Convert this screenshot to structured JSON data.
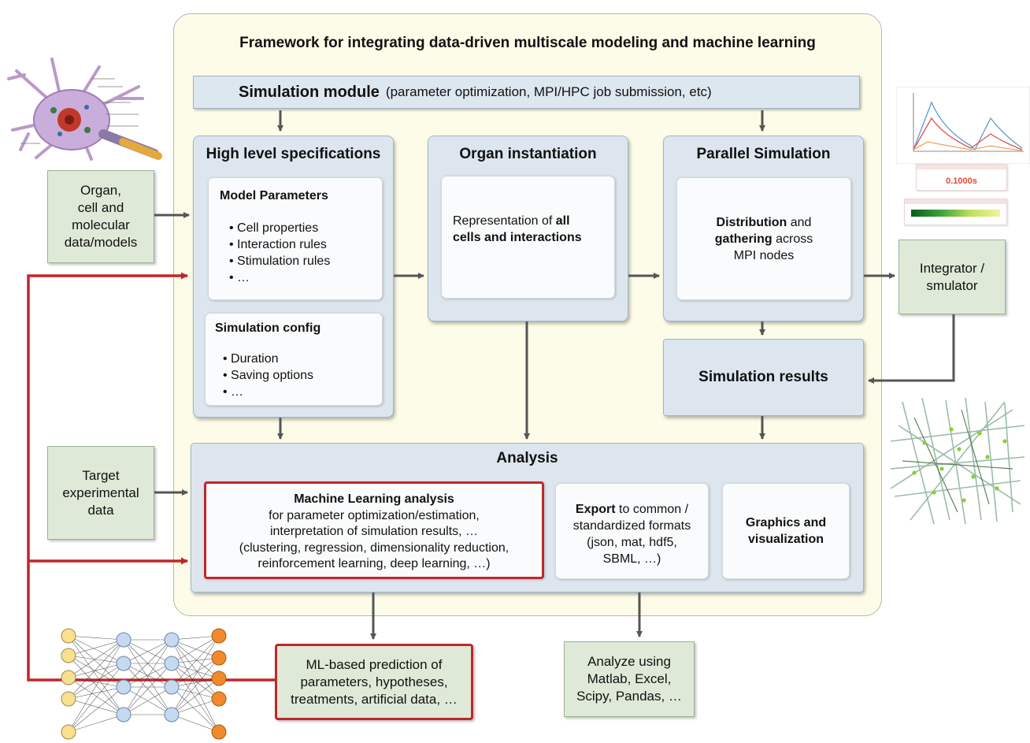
{
  "title": "Framework for integrating data-driven multiscale modeling and machine learning",
  "simulation_module": {
    "bold": "Simulation module",
    "rest": "(parameter optimization, MPI/HPC job submission, etc)"
  },
  "high_level": {
    "title": "High level specifications",
    "model_parameters": {
      "title": "Model Parameters",
      "items": [
        "• Cell properties",
        "• Interaction rules",
        "• Stimulation rules",
        "• …"
      ]
    },
    "simulation_config": {
      "title": "Simulation config",
      "items": [
        "• Duration",
        "• Saving options",
        "• …"
      ]
    }
  },
  "organ": {
    "title": "Organ instantiation",
    "text_plain": "Representation of ",
    "text_bold1": "all",
    "text_bold2": "cells and interactions"
  },
  "parallel": {
    "title": "Parallel Simulation",
    "bold1": "Distribution",
    "plain1": " and",
    "bold2": "gathering",
    "plain2": " across",
    "plain3": "MPI nodes"
  },
  "simulation_results": "Simulation results",
  "analysis": {
    "title": "Analysis",
    "ml": {
      "title": "Machine Learning analysis",
      "lines": [
        "for parameter optimization/estimation,",
        "interpretation of simulation results, …",
        "(clustering, regression, dimensionality reduction,",
        "reinforcement learning, deep learning, …)"
      ]
    },
    "export": {
      "bold": "Export",
      "rest": " to common /",
      "lines": [
        "standardized formats",
        "(json, mat, hdf5,",
        "SBML, …)"
      ]
    },
    "graphics": {
      "lines": [
        "Graphics and",
        "visualization"
      ]
    }
  },
  "left_inputs": {
    "organ_data": [
      "Organ,",
      "cell and",
      "molecular",
      "data/models"
    ],
    "target_data": [
      "Target",
      "experimental",
      "data"
    ]
  },
  "integrator": [
    "Integrator /",
    "smulator"
  ],
  "ml_prediction": [
    "ML-based prediction of",
    "parameters, hypotheses,",
    "treatments, artificial data, …"
  ],
  "analyze_using": [
    "Analyze using",
    "Matlab, Excel,",
    "Scipy, Pandas, …"
  ],
  "sim_widget": {
    "time_value": "0.1000s"
  },
  "colors": {
    "red_loop": "#c0272b",
    "panel_blue": "#dde6ee",
    "input_green": "#dfe9d8",
    "frame_yellow": "#fcfce9",
    "arrow_gray": "#555555"
  }
}
